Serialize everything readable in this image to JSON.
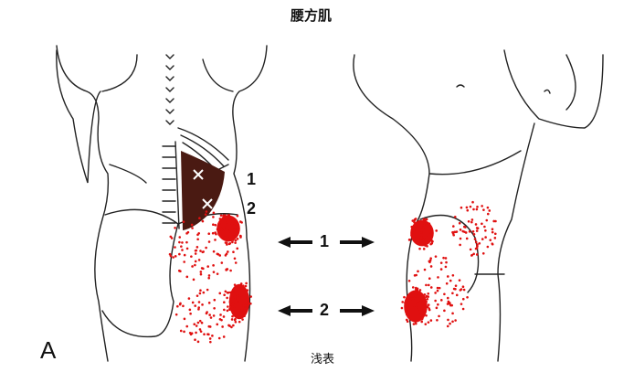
{
  "title": "腰方肌",
  "panel_label": "A",
  "caption": "浅表",
  "trigger_point_labels": [
    "1",
    "2"
  ],
  "arrow_labels": [
    "1",
    "2"
  ],
  "colors": {
    "referred_pain": "#e01010",
    "muscle": "#4a1a12",
    "line": "#222222"
  }
}
